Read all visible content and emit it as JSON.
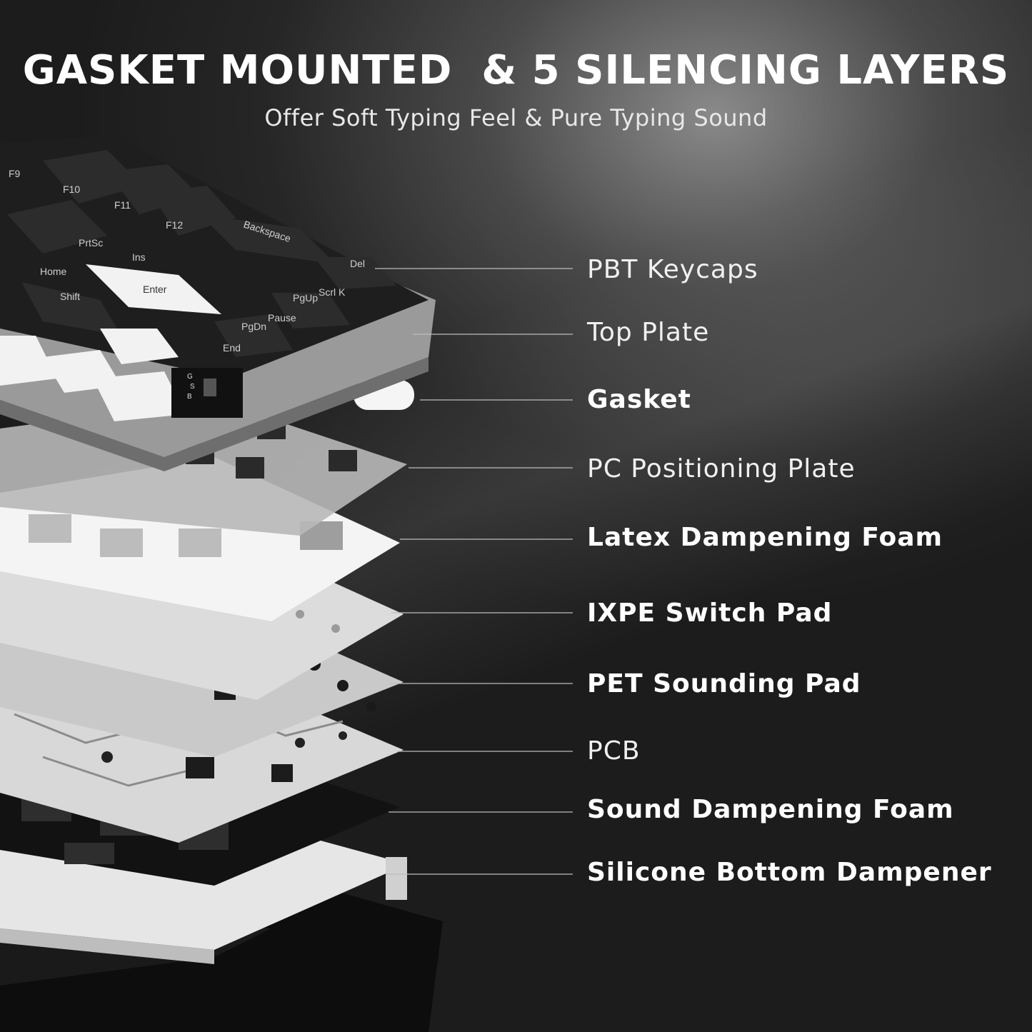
{
  "header": {
    "title": "GASKET MOUNTED  & 5 SILENCING LAYERS",
    "subtitle": "Offer Soft Typing Feel & Pure Typing Sound"
  },
  "keycap_legends": [
    "F9",
    "F10",
    "F11",
    "F12",
    "Backspace",
    "Del",
    "PrtSc",
    "Ins",
    "Home",
    "Enter",
    "Shift",
    "Scrl K",
    "PgUp",
    "Pause",
    "PgDn",
    "End"
  ],
  "switch_legends": [
    "G",
    "S",
    "B"
  ],
  "layers": [
    {
      "name": "PBT Keycaps",
      "weight": "light"
    },
    {
      "name": "Top Plate",
      "weight": "light"
    },
    {
      "name": "Gasket",
      "weight": "bold"
    },
    {
      "name": "PC Positioning Plate",
      "weight": "light"
    },
    {
      "name": "Latex Dampening Foam",
      "weight": "bold"
    },
    {
      "name": "IXPE Switch Pad",
      "weight": "bold"
    },
    {
      "name": "PET Sounding Pad",
      "weight": "bold"
    },
    {
      "name": "PCB",
      "weight": "light"
    },
    {
      "name": "Sound Dampening Foam",
      "weight": "bold"
    },
    {
      "name": "Silicone Bottom Dampener",
      "weight": "bold"
    }
  ],
  "colors": {
    "background": "#262626",
    "text": "#ffffff",
    "leader_line": "#bdbdbd",
    "keycap_black": "#2a2a2a",
    "keycap_white": "#f2f2f2",
    "top_plate": "#9a9a9a",
    "foam_white": "#e9e9e9"
  }
}
